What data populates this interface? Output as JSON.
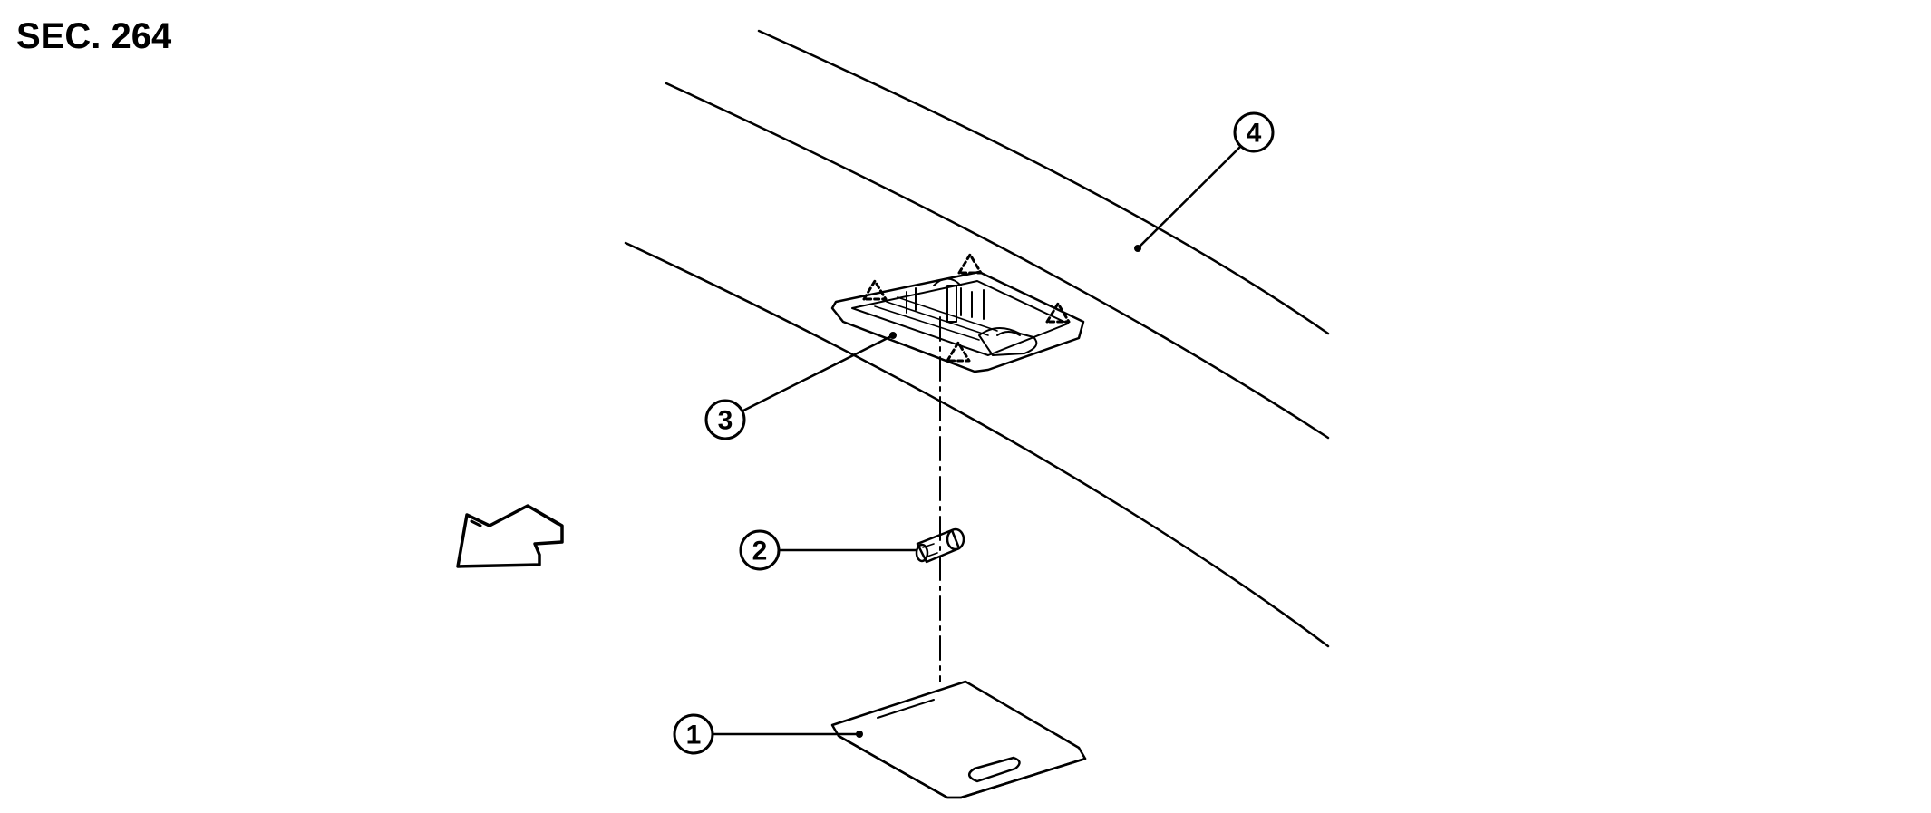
{
  "section_label": "SEC. 264",
  "callouts": [
    {
      "id": "1",
      "part": "lamp-lens"
    },
    {
      "id": "2",
      "part": "bulb"
    },
    {
      "id": "3",
      "part": "lamp-housing"
    },
    {
      "id": "4",
      "part": "headlining"
    }
  ],
  "icons": [
    "front-direction-arrow-icon",
    "clip-symbol-icon"
  ],
  "colors": {
    "ink": "#000000",
    "background": "#ffffff"
  }
}
